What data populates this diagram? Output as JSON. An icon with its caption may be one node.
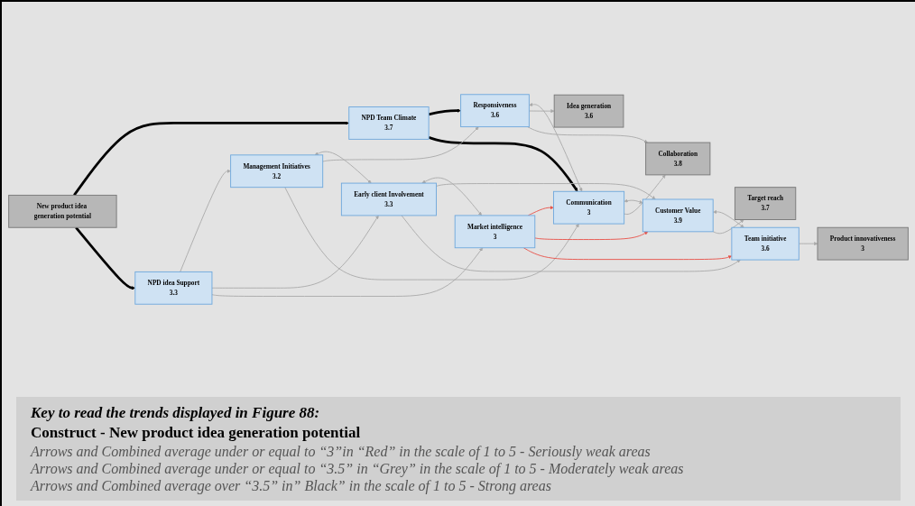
{
  "diagram": {
    "nodes": [
      {
        "text": [
          "New product idea generation potential"
        ]
      },
      {
        "text": [
          "NPD Team Climate",
          "3.7"
        ]
      },
      {
        "text": [
          "NPD idea Support",
          "3.3"
        ]
      },
      {
        "text": [
          "Management Initiatives",
          "3.2"
        ]
      },
      {
        "text": [
          "Early client Involvement",
          "3.3"
        ]
      },
      {
        "text": [
          "Market intelligence",
          "3"
        ]
      },
      {
        "text": [
          "Responsiveness",
          "3.6"
        ]
      },
      {
        "text": [
          "Communication",
          "3"
        ]
      },
      {
        "text": [
          "Customer Value",
          "3.9"
        ]
      },
      {
        "text": [
          "Team initiative",
          "3.6"
        ]
      },
      {
        "text": [
          "Idea generation",
          "3.6"
        ]
      },
      {
        "text": [
          "Collaboration",
          "3.8"
        ]
      },
      {
        "text": [
          "Target reach",
          "3.7"
        ]
      },
      {
        "text": [
          "Product innovativeness",
          "3"
        ]
      }
    ],
    "edges": [
      {
        "from": 0,
        "to": 1,
        "arrow": "to",
        "style": "thick",
        "color": "#000000"
      },
      {
        "from": 0,
        "to": 2,
        "arrow": "to",
        "style": "thick",
        "color": "#000000"
      },
      {
        "from": 1,
        "to": 6,
        "arrow": "to",
        "style": "thick",
        "color": "#000000"
      },
      {
        "from": 1,
        "to": 7,
        "arrow": "to",
        "style": "thick",
        "color": "#000000"
      },
      {
        "from": 2,
        "to": 3,
        "arrow": "to"
      },
      {
        "from": 2,
        "to": 4,
        "arrow": "to"
      },
      {
        "from": 2,
        "to": 5,
        "arrow": "to"
      },
      {
        "from": 3,
        "to": 4,
        "arrow": "both"
      },
      {
        "from": 4,
        "to": 5,
        "arrow": "both"
      },
      {
        "from": 3,
        "to": 6,
        "arrow": "to"
      },
      {
        "from": 3,
        "to": 7,
        "arrow": "to"
      },
      {
        "from": 4,
        "to": 8,
        "arrow": "to"
      },
      {
        "from": 4,
        "to": 9,
        "arrow": "to"
      },
      {
        "from": 5,
        "to": 7,
        "arrow": "to",
        "color": "#e8534a"
      },
      {
        "from": 5,
        "to": 8,
        "arrow": "to",
        "color": "#e8534a"
      },
      {
        "from": 5,
        "to": 9,
        "arrow": "to",
        "color": "#e8534a"
      },
      {
        "from": 6,
        "to": 7,
        "arrow": "both"
      },
      {
        "from": 7,
        "to": 8,
        "arrow": "both"
      },
      {
        "from": 8,
        "to": 9,
        "arrow": "both"
      },
      {
        "from": 6,
        "to": 10,
        "arrow": "to"
      },
      {
        "from": 6,
        "to": 11,
        "arrow": "to"
      },
      {
        "from": 7,
        "to": 11,
        "arrow": "to"
      },
      {
        "from": 8,
        "to": 12,
        "arrow": "to"
      },
      {
        "from": 9,
        "to": 13,
        "arrow": "to"
      }
    ],
    "labels": [
      "Key to read the trends displayed in Figure 88:",
      "Construct - New product idea generation potential",
      "Arrows and Combined average under or equal to “3”in “Red” in the scale of 1 to 5 - Seriously weak areas",
      "Arrows and Combined average under or equal to “3.5” in “Grey” in the scale of 1 to 5 - Moderately weak areas",
      "Arrows and Combined average over “3.5” in” Black” in the scale of 1 to 5 - Strong areas"
    ]
  }
}
